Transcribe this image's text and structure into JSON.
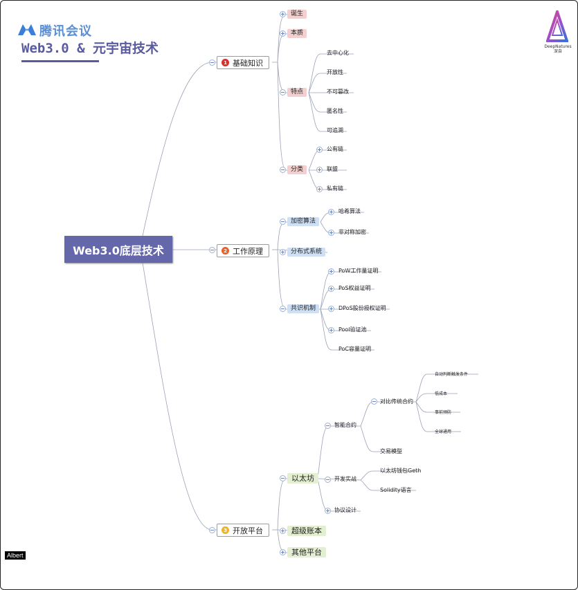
{
  "header": {
    "logo_text": "腾讯会议",
    "subtitle": "Web3.0 & 元宇宙技术",
    "corner_brand": "DeepNatures",
    "corner_brand_cn": "深自"
  },
  "mindmap": {
    "root": "Web3.0底层技术",
    "branch1": {
      "number": "1",
      "label": "基础知识",
      "birth": "诞生",
      "essence": "本质",
      "features": {
        "label": "特点",
        "items": [
          "去中心化",
          "开放性",
          "不可篡改",
          "匿名性",
          "可追溯"
        ]
      },
      "classification": {
        "label": "分类",
        "items": [
          "公有链",
          "联盟",
          "私有链"
        ]
      }
    },
    "branch2": {
      "number": "2",
      "label": "工作原理",
      "crypto": {
        "label": "加密算法",
        "items": [
          "哈希算法",
          "非对称加密"
        ]
      },
      "distributed": "分布式系统",
      "consensus": {
        "label": "共识机制",
        "items": [
          "PoW工作量证明",
          "PoS权益证明",
          "DPoS股份授权证明",
          "Pool验证池",
          "PoC容量证明"
        ]
      }
    },
    "branch3": {
      "number": "3",
      "label": "开放平台",
      "ethereum": {
        "label": "以太坊",
        "smart_contract": {
          "label": "智能合约",
          "compare": {
            "label": "对比传统合约",
            "items": [
              "自动判断触发条件",
              "低成本",
              "事前预防",
              "全球通用"
            ]
          },
          "trade_model": "交易模型"
        },
        "dev_practice": {
          "label": "开发实战",
          "items": [
            "以太坊钱包Geth",
            "Solidity语言"
          ]
        },
        "protocol": "协议设计"
      },
      "super_ledger": "超级账本",
      "other_platforms": "其他平台"
    }
  },
  "watermark": "Albert",
  "colors": {
    "root_bg": "#6467a9",
    "badge1": "#d9302c",
    "badge2": "#e8622a",
    "badge3": "#f0b429",
    "pink": "#f3cfcf",
    "blue": "#cfe0f4",
    "green": "#e3efd0",
    "line": "#9aa0b6"
  }
}
